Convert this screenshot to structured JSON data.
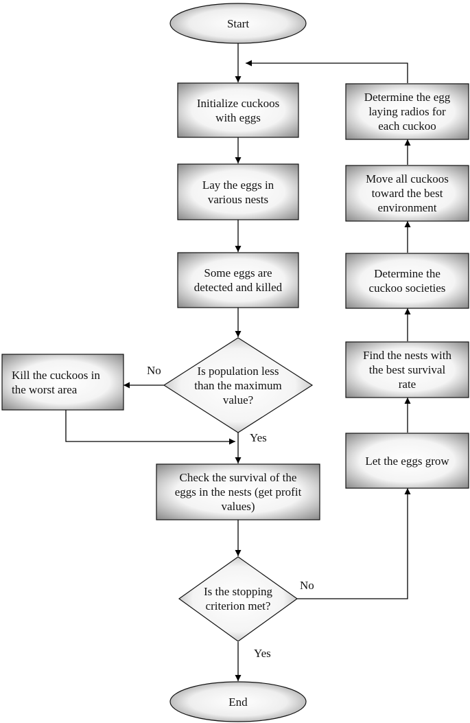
{
  "nodes": {
    "start": "Start",
    "init": "Initialize cuckoos\nwith eggs",
    "lay": "Lay the eggs in\nvarious nests",
    "detect": "Some eggs are\ndetected and killed",
    "pop_check": "Is population less\nthan the maximum\nvalue?",
    "kill": "Kill the cuckoos in\nthe worst area",
    "check_survival": "Check the survival of the\neggs in the nests (get profit\nvalues)",
    "stop_check": "Is the stopping\ncriterion met?",
    "end": "End",
    "grow": "Let the eggs grow",
    "find_nests": "Find the nests with\nthe best survival\nrate",
    "societies": "Determine the\ncuckoo societies",
    "move": "Move all cuckoos\ntoward the best\nenvironment",
    "radius": "Determine the egg\nlaying radios for\neach cuckoo"
  },
  "edges": {
    "pop_no": "No",
    "pop_yes": "Yes",
    "stop_no": "No",
    "stop_yes": "Yes"
  }
}
